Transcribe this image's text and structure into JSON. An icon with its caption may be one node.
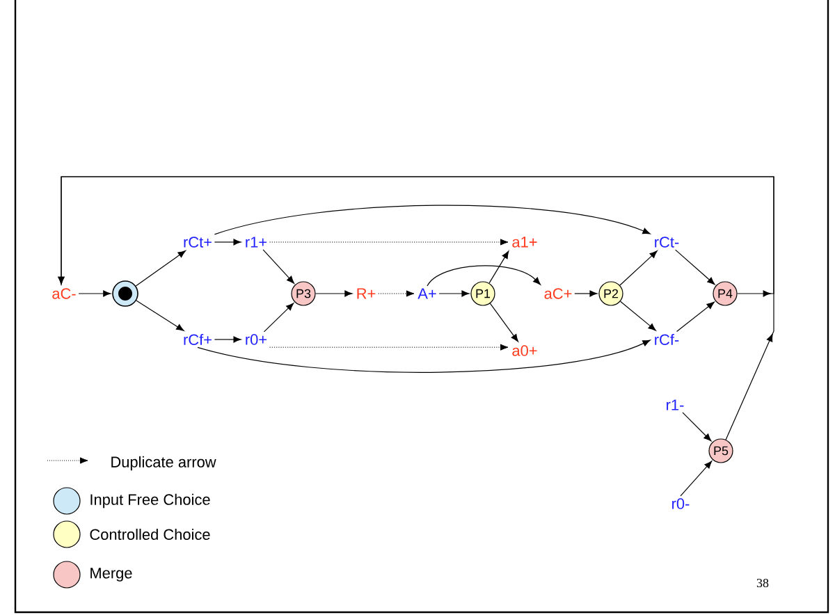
{
  "diagram": {
    "nodes": [
      {
        "text": [
          "aC-"
        ]
      },
      {
        "text": [],
        "shape": "circle"
      },
      {
        "text": [
          "rCt+"
        ]
      },
      {
        "text": [
          "r1+"
        ]
      },
      {
        "text": [
          "rCf+"
        ]
      },
      {
        "text": [
          "r0+"
        ]
      },
      {
        "text": [
          "P3"
        ]
      },
      {
        "text": [
          "R+"
        ]
      },
      {
        "text": [
          "A+"
        ]
      },
      {
        "text": [
          "P1"
        ]
      },
      {
        "text": [
          "a1+"
        ]
      },
      {
        "text": [
          "a0+"
        ]
      },
      {
        "text": [
          "aC+"
        ]
      },
      {
        "text": [
          "P2"
        ]
      },
      {
        "text": [
          "rCt-"
        ]
      },
      {
        "text": [
          "rCf-"
        ]
      },
      {
        "text": [
          "P4"
        ]
      },
      {
        "text": [
          "r1-"
        ]
      },
      {
        "text": [
          "P5"
        ]
      },
      {
        "text": [
          "r0-"
        ]
      }
    ],
    "edges": [
      {
        "from": 0,
        "to": 1,
        "arrow": "to"
      },
      {
        "from": 1,
        "to": 2,
        "arrow": "to"
      },
      {
        "from": 1,
        "to": 4,
        "arrow": "to"
      },
      {
        "from": 2,
        "to": 3,
        "arrow": "to"
      },
      {
        "from": 4,
        "to": 5,
        "arrow": "to"
      },
      {
        "from": 3,
        "to": 6,
        "arrow": "to"
      },
      {
        "from": 5,
        "to": 6,
        "arrow": "to"
      },
      {
        "from": 6,
        "to": 7,
        "arrow": "to"
      },
      {
        "from": 7,
        "to": 8,
        "arrow": "to",
        "style": "dashed"
      },
      {
        "from": 8,
        "to": 9,
        "arrow": "to"
      },
      {
        "from": 9,
        "to": 10,
        "arrow": "to"
      },
      {
        "from": 9,
        "to": 11,
        "arrow": "to"
      },
      {
        "from": 8,
        "to": 12,
        "arrow": "to"
      },
      {
        "from": 12,
        "to": 13,
        "arrow": "to"
      },
      {
        "from": 13,
        "to": 14,
        "arrow": "to"
      },
      {
        "from": 13,
        "to": 15,
        "arrow": "to"
      },
      {
        "from": 14,
        "to": 16,
        "arrow": "to"
      },
      {
        "from": 15,
        "to": 16,
        "arrow": "to"
      },
      {
        "from": 3,
        "to": 10,
        "arrow": "to",
        "style": "dashed"
      },
      {
        "from": 5,
        "to": 11,
        "arrow": "to",
        "style": "dashed"
      },
      {
        "from": 2,
        "to": 14,
        "arrow": "to"
      },
      {
        "from": 4,
        "to": 15,
        "arrow": "to"
      },
      {
        "from": 17,
        "to": 18,
        "arrow": "to"
      },
      {
        "from": 19,
        "to": 18,
        "arrow": "to"
      },
      {
        "from": 16,
        "to": 0,
        "arrow": "to"
      },
      {
        "from": 18,
        "to": 0,
        "arrow": "to"
      }
    ],
    "labels": [
      "38"
    ],
    "legend": [
      {
        "text": "Duplicate arrow"
      },
      {
        "text": "Input Free Choice",
        "color": "#cde9f8"
      },
      {
        "text": "Controlled Choice",
        "color": "#ffffc4"
      },
      {
        "text": "Merge",
        "color": "#f9c6c6"
      }
    ]
  }
}
